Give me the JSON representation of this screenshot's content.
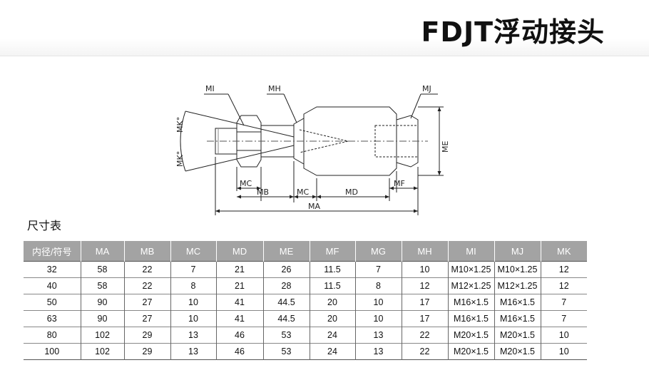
{
  "title": "FDJT浮动接头",
  "drawing_labels": {
    "mi": "MI",
    "mh": "MH",
    "mj": "MJ",
    "mk_top": "MK°",
    "mk_bottom": "MK°",
    "me": "ME",
    "mc_left": "MC",
    "mb": "MB",
    "mc_mid": "MC",
    "md": "MD",
    "mf": "MF",
    "ma": "MA"
  },
  "table_caption": "尺寸表",
  "table": {
    "headers": [
      "内径/符号",
      "MA",
      "MB",
      "MC",
      "MD",
      "ME",
      "MF",
      "MG",
      "MH",
      "MI",
      "MJ",
      "MK"
    ],
    "rows": [
      [
        "32",
        "58",
        "22",
        "7",
        "21",
        "26",
        "11.5",
        "7",
        "10",
        "M10×1.25",
        "M10×1.25",
        "12"
      ],
      [
        "40",
        "58",
        "22",
        "8",
        "21",
        "28",
        "11.5",
        "8",
        "12",
        "M12×1.25",
        "M12×1.25",
        "12"
      ],
      [
        "50",
        "90",
        "27",
        "10",
        "41",
        "44.5",
        "20",
        "10",
        "17",
        "M16×1.5",
        "M16×1.5",
        "7"
      ],
      [
        "63",
        "90",
        "27",
        "10",
        "41",
        "44.5",
        "20",
        "10",
        "17",
        "M16×1.5",
        "M16×1.5",
        "7"
      ],
      [
        "80",
        "102",
        "29",
        "13",
        "46",
        "53",
        "24",
        "13",
        "22",
        "M20×1.5",
        "M20×1.5",
        "10"
      ],
      [
        "100",
        "102",
        "29",
        "13",
        "46",
        "53",
        "24",
        "13",
        "22",
        "M20×1.5",
        "M20×1.5",
        "10"
      ]
    ]
  }
}
